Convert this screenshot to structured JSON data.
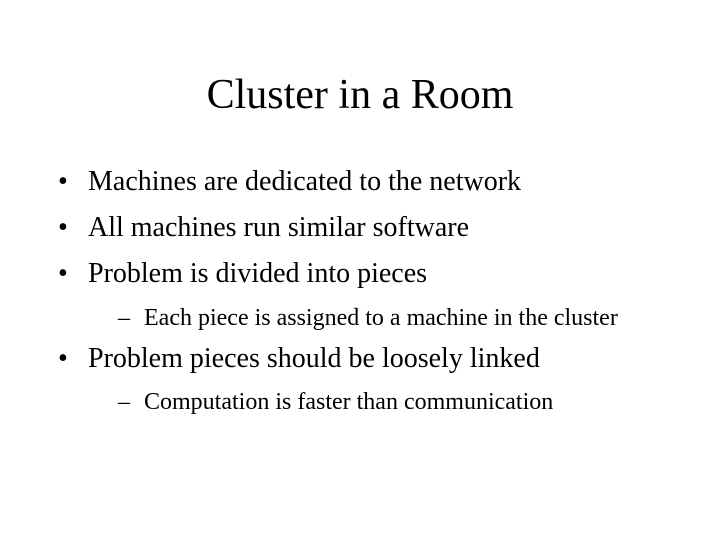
{
  "slide": {
    "title": "Cluster in a Room",
    "bullets": [
      {
        "marker": "•",
        "text": "Machines are dedicated to the network"
      },
      {
        "marker": "•",
        "text": "All machines run similar software"
      },
      {
        "marker": "•",
        "text": "Problem is divided into pieces"
      },
      {
        "marker": "–",
        "text": "Each piece is assigned to a machine in the cluster"
      },
      {
        "marker": "•",
        "text": "Problem pieces should be loosely linked"
      },
      {
        "marker": "–",
        "text": "Computation is faster than communication"
      }
    ]
  }
}
